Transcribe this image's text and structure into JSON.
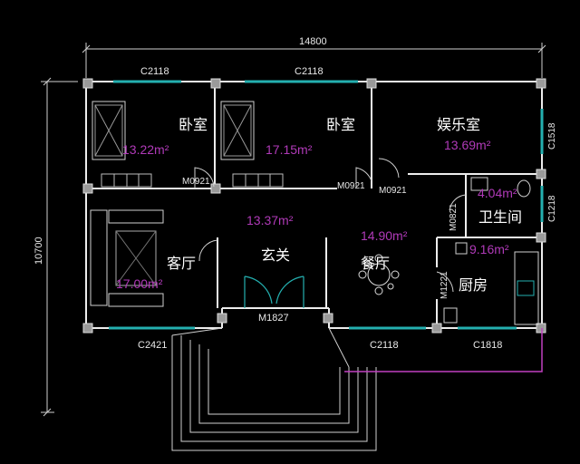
{
  "dimensions": {
    "overall_width": "14800",
    "overall_depth": "10700"
  },
  "rooms": [
    {
      "id": "bedroom1",
      "name": "卧室",
      "area": "13.22m²"
    },
    {
      "id": "bedroom2",
      "name": "卧室",
      "area": "17.15m²"
    },
    {
      "id": "entertainment",
      "name": "娱乐室",
      "area": "13.69m²"
    },
    {
      "id": "bathroom",
      "name": "卫生间",
      "area": "4.04m²"
    },
    {
      "id": "foyer",
      "name": "玄关",
      "area": "13.37m²"
    },
    {
      "id": "dining",
      "name": "餐厅",
      "area": "14.90m²"
    },
    {
      "id": "living",
      "name": "客厅",
      "area": "17.00m²"
    },
    {
      "id": "kitchen",
      "name": "厨房",
      "area": "9.16m²"
    }
  ],
  "codes": {
    "window_top_left": "C2118",
    "window_top_mid": "C2118",
    "window_right_1": "C1518",
    "window_right_2": "C1218",
    "window_bottom_left": "C2421",
    "window_bottom_mid": "C2118",
    "window_bottom_right": "C1818",
    "door_bedroom1": "M0921",
    "door_bedroom2": "M0921",
    "door_entertainment": "M0921",
    "door_bathroom": "M0821",
    "door_kitchen": "M1221",
    "door_entrance": "M1827"
  },
  "colors": {
    "background": "#000000",
    "walls": "#ededed",
    "windows": "#24b0b0",
    "area_text": "#b03ab8",
    "terrace_line": "#c040c0"
  }
}
